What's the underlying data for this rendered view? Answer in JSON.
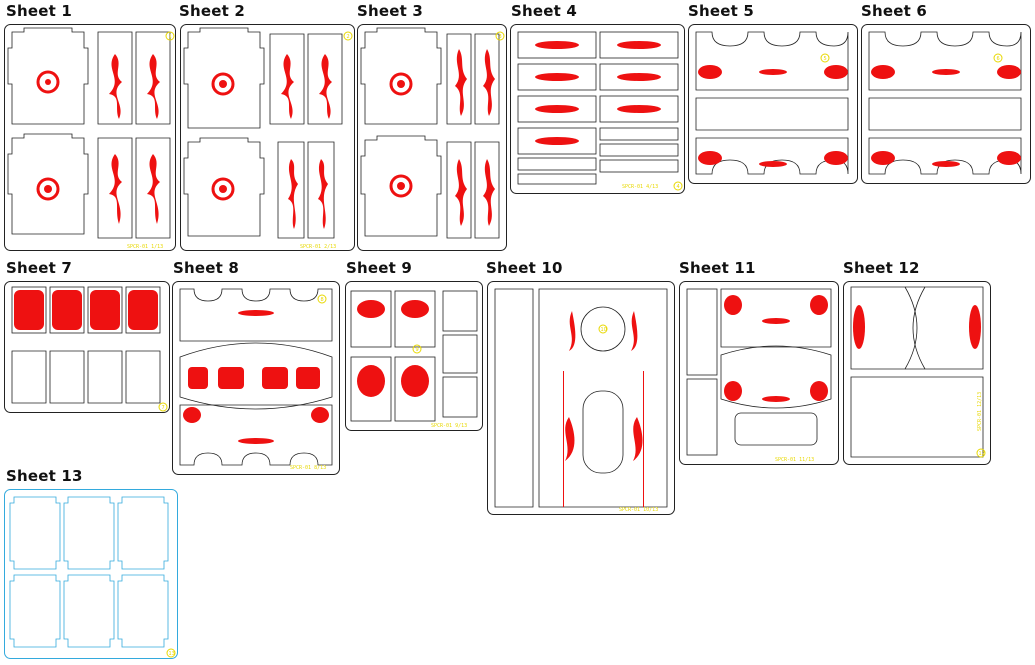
{
  "sheets": [
    {
      "title": "Sheet 1",
      "number": "1",
      "code": "SPCR-01 1/13"
    },
    {
      "title": "Sheet 2",
      "number": "2",
      "code": "SPCR-01 2/13"
    },
    {
      "title": "Sheet 3",
      "number": "3",
      "code": ""
    },
    {
      "title": "Sheet 4",
      "number": "4",
      "code": "SPCR-01 4/13"
    },
    {
      "title": "Sheet 5",
      "number": "5",
      "code": ""
    },
    {
      "title": "Sheet 6",
      "number": "6",
      "code": ""
    },
    {
      "title": "Sheet 7",
      "number": "7",
      "code": ""
    },
    {
      "title": "Sheet 8",
      "number": "8",
      "code": "SPCR-01 8/13"
    },
    {
      "title": "Sheet 9",
      "number": "9",
      "code": "SPCR-01 9/13"
    },
    {
      "title": "Sheet 10",
      "number": "10",
      "code": "SPCR-01 10/13"
    },
    {
      "title": "Sheet 11",
      "number": "11",
      "code": "SPCR-01 11/13"
    },
    {
      "title": "Sheet 12",
      "number": "12",
      "code": "SPCR-01 12/13"
    },
    {
      "title": "Sheet 13",
      "number": "13",
      "code": ""
    }
  ],
  "colors": {
    "cut_line": "#222222",
    "engrave": "#ee1111",
    "label": "#e8d800",
    "sheet13_line": "#33aadd"
  }
}
